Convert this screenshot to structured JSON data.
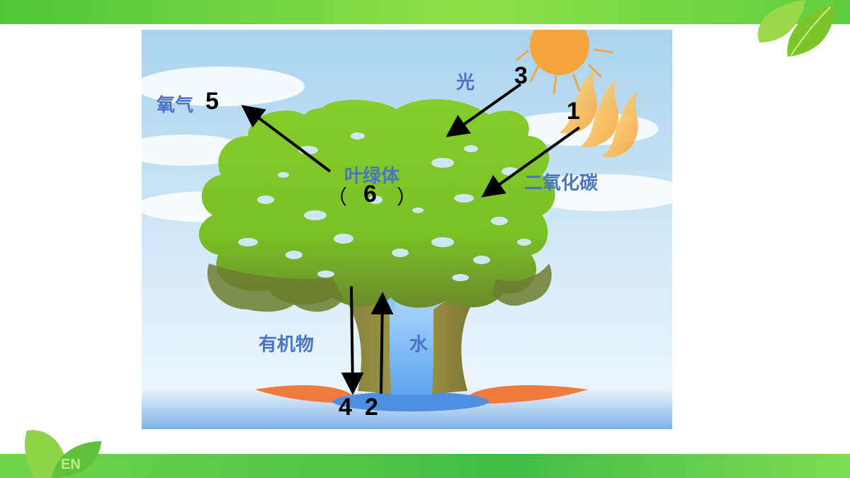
{
  "labels": {
    "oxygen": "氧气",
    "light": "光",
    "co2": "二氧化碳",
    "chloroplast": "叶绿体",
    "organic": "有机物",
    "water": "水"
  },
  "numbers": {
    "n1": "1",
    "n2": "2",
    "n3": "3",
    "n4": "4",
    "n5": "5",
    "n6": "6"
  },
  "brackets": {
    "open": "（",
    "close": "）"
  },
  "watermark": "EN",
  "colors": {
    "label_blue": "#4a74c6",
    "leaf_green": "#7cc52a",
    "top_bar_green": "#6cd444"
  }
}
